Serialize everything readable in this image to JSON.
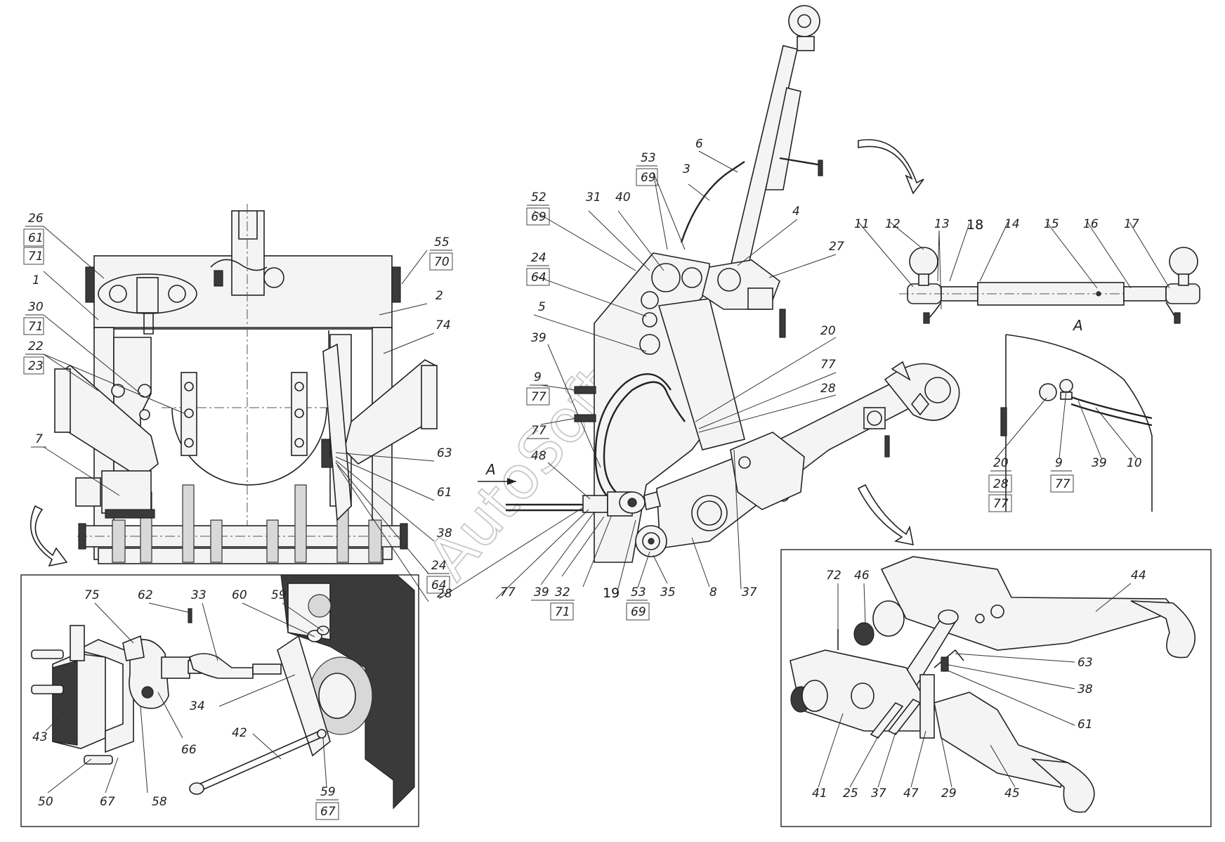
{
  "watermark": "AutoSoft",
  "view_label": "A",
  "arrow_label": "A",
  "callouts": [
    {
      "id": "c26",
      "text": "26"
    },
    {
      "id": "c61a",
      "text": "61"
    },
    {
      "id": "c71a",
      "text": "71"
    },
    {
      "id": "c1",
      "text": "1"
    },
    {
      "id": "c30",
      "text": "30"
    },
    {
      "id": "c71b",
      "text": "71"
    },
    {
      "id": "c22",
      "text": "22"
    },
    {
      "id": "c23",
      "text": "23"
    },
    {
      "id": "c7",
      "text": "7"
    },
    {
      "id": "c55",
      "text": "55"
    },
    {
      "id": "c70",
      "text": "70"
    },
    {
      "id": "c2",
      "text": "2"
    },
    {
      "id": "c74",
      "text": "74"
    },
    {
      "id": "c63a",
      "text": "63"
    },
    {
      "id": "c61b",
      "text": "61"
    },
    {
      "id": "c38a",
      "text": "38"
    },
    {
      "id": "c24a",
      "text": "24"
    },
    {
      "id": "c64a",
      "text": "64"
    },
    {
      "id": "c28a",
      "text": "28"
    },
    {
      "id": "c53a",
      "text": "53"
    },
    {
      "id": "c69a",
      "text": "69"
    },
    {
      "id": "c6",
      "text": "6"
    },
    {
      "id": "c3",
      "text": "3"
    },
    {
      "id": "c52",
      "text": "52"
    },
    {
      "id": "c69b",
      "text": "69"
    },
    {
      "id": "c31",
      "text": "31"
    },
    {
      "id": "c40",
      "text": "40"
    },
    {
      "id": "c4",
      "text": "4"
    },
    {
      "id": "c27",
      "text": "27"
    },
    {
      "id": "c24b",
      "text": "24"
    },
    {
      "id": "c64b",
      "text": "64"
    },
    {
      "id": "c5",
      "text": "5"
    },
    {
      "id": "c39a",
      "text": "39"
    },
    {
      "id": "c9a",
      "text": "9"
    },
    {
      "id": "c77a",
      "text": "77"
    },
    {
      "id": "c77b",
      "text": "77"
    },
    {
      "id": "c48",
      "text": "48"
    },
    {
      "id": "c20a",
      "text": "20"
    },
    {
      "id": "c77c",
      "text": "77"
    },
    {
      "id": "c28b",
      "text": "28"
    },
    {
      "id": "c77d",
      "text": "77"
    },
    {
      "id": "c39b",
      "text": "39"
    },
    {
      "id": "c32",
      "text": "32"
    },
    {
      "id": "c71c",
      "text": "71"
    },
    {
      "id": "c19",
      "text": "19"
    },
    {
      "id": "c53b",
      "text": "53"
    },
    {
      "id": "c69c",
      "text": "69"
    },
    {
      "id": "c35",
      "text": "35"
    },
    {
      "id": "c8",
      "text": "8"
    },
    {
      "id": "c37a",
      "text": "37"
    },
    {
      "id": "c11",
      "text": "11"
    },
    {
      "id": "c12",
      "text": "12"
    },
    {
      "id": "c13",
      "text": "13"
    },
    {
      "id": "c18",
      "text": "18"
    },
    {
      "id": "c14",
      "text": "14"
    },
    {
      "id": "c15",
      "text": "15"
    },
    {
      "id": "c16",
      "text": "16"
    },
    {
      "id": "c17",
      "text": "17"
    },
    {
      "id": "c20b",
      "text": "20"
    },
    {
      "id": "c28c",
      "text": "28"
    },
    {
      "id": "c77e",
      "text": "77"
    },
    {
      "id": "c9b",
      "text": "9"
    },
    {
      "id": "c77f",
      "text": "77"
    },
    {
      "id": "c39c",
      "text": "39"
    },
    {
      "id": "c10",
      "text": "10"
    },
    {
      "id": "c75",
      "text": "75"
    },
    {
      "id": "c62",
      "text": "62"
    },
    {
      "id": "c33",
      "text": "33"
    },
    {
      "id": "c60",
      "text": "60"
    },
    {
      "id": "c59a",
      "text": "59"
    },
    {
      "id": "c34",
      "text": "34"
    },
    {
      "id": "c42",
      "text": "42"
    },
    {
      "id": "c43",
      "text": "43"
    },
    {
      "id": "c66",
      "text": "66"
    },
    {
      "id": "c50",
      "text": "50"
    },
    {
      "id": "c67a",
      "text": "67"
    },
    {
      "id": "c58",
      "text": "58"
    },
    {
      "id": "c59b",
      "text": "59"
    },
    {
      "id": "c67b",
      "text": "67"
    },
    {
      "id": "c72",
      "text": "72"
    },
    {
      "id": "c46",
      "text": "46"
    },
    {
      "id": "c44",
      "text": "44"
    },
    {
      "id": "c63b",
      "text": "63"
    },
    {
      "id": "c38b",
      "text": "38"
    },
    {
      "id": "c61c",
      "text": "61"
    },
    {
      "id": "c41",
      "text": "41"
    },
    {
      "id": "c25",
      "text": "25"
    },
    {
      "id": "c37b",
      "text": "37"
    },
    {
      "id": "c47",
      "text": "47"
    },
    {
      "id": "c29",
      "text": "29"
    },
    {
      "id": "c45",
      "text": "45"
    }
  ]
}
